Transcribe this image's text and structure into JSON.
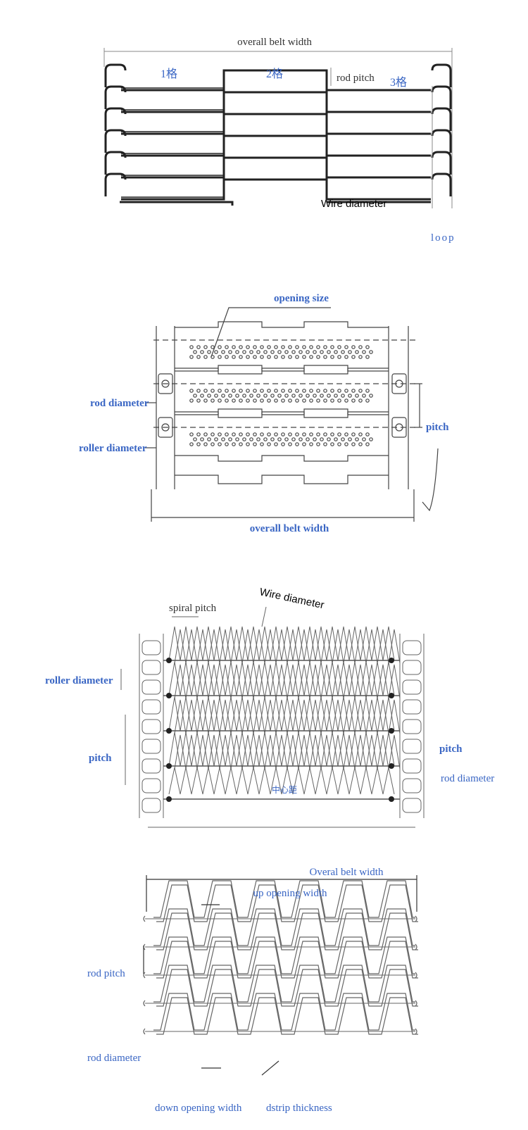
{
  "panel1": {
    "overall_belt_width": "overall belt width",
    "cell1": "1格",
    "cell2": "2格",
    "rod_pitch": "rod pitch",
    "cell3": "3格",
    "wire_diameter": "Wire diameter",
    "loop": "loop"
  },
  "panel2": {
    "opening_size": "opening size",
    "rod_diameter": "rod diameter",
    "roller_diameter": "roller diameter",
    "pitch": "pitch",
    "overall_belt_width": "overall belt width"
  },
  "panel3": {
    "wire_diameter": "Wire diameter",
    "spiral_pitch": "spiral pitch",
    "roller_diameter": "roller diameter",
    "pitch_left": "pitch",
    "pitch_right": "pitch",
    "rod_diameter": "rod diameter",
    "center_note": "中心距"
  },
  "panel4": {
    "overal_belt_width": "Overal belt width",
    "up_opening_width": "up opening width",
    "rod_pitch": "rod pitch",
    "rod_diameter": "rod diameter",
    "down_opening_width": "down opening width",
    "strip_thickness": "dstrip thickness"
  },
  "colors": {
    "label_blue": "#3a66c4",
    "line_dark": "#333333"
  }
}
